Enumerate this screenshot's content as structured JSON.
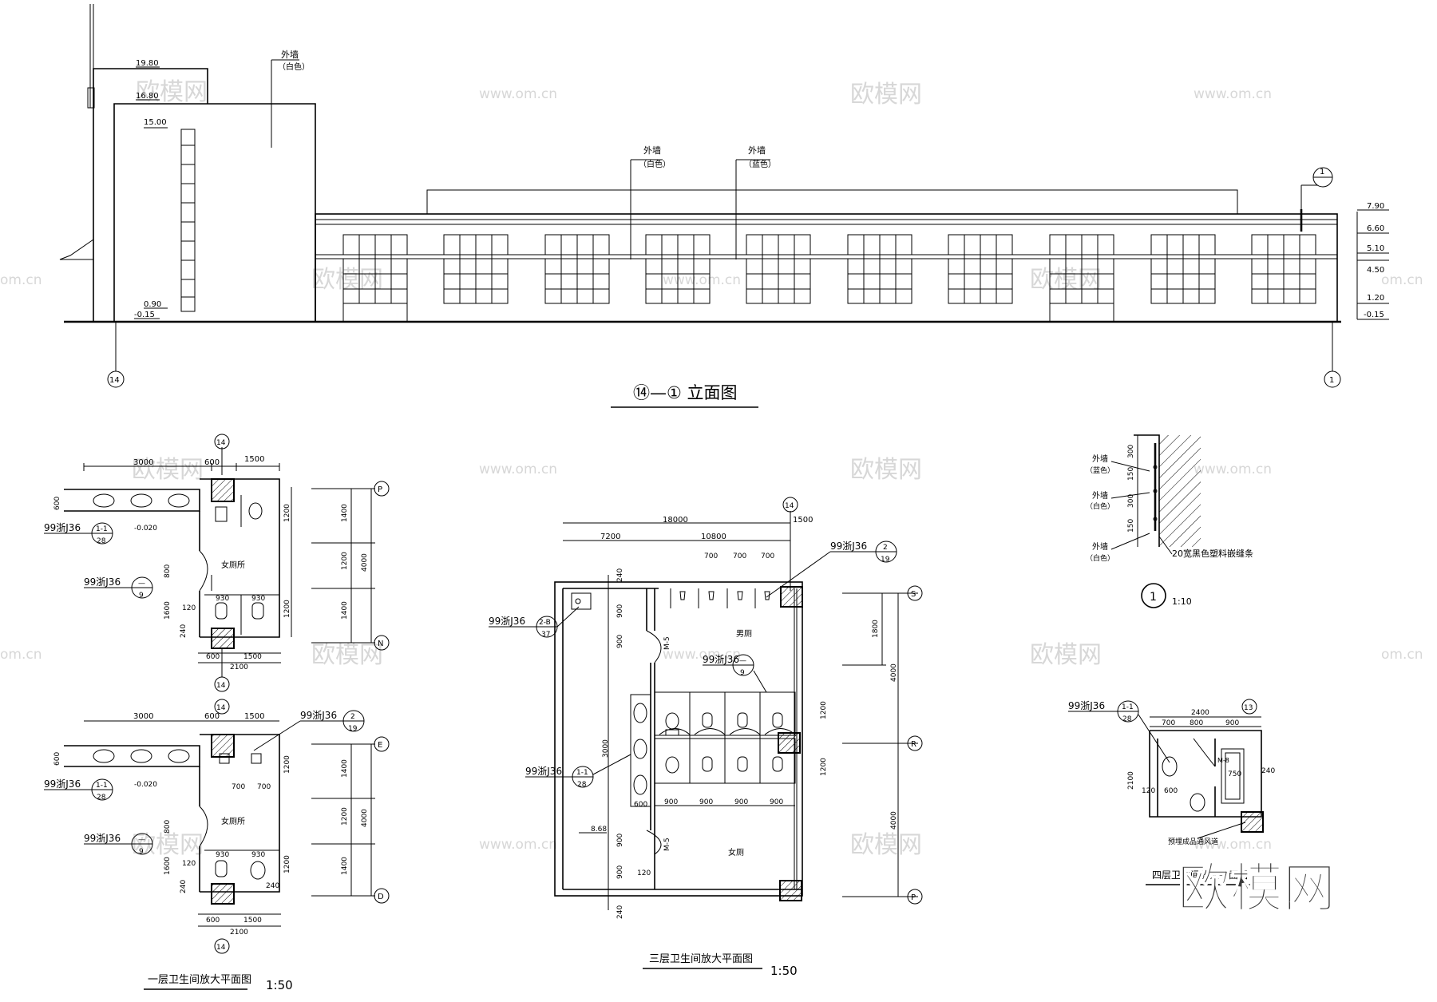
{
  "elevation": {
    "title": "⑭—① 立面图",
    "axis_left": "14",
    "axis_right": "1",
    "levels_tower": [
      "19.80",
      "16.80",
      "15.00",
      "0.90",
      "-0.15"
    ],
    "levels_right": [
      "7.90",
      "6.60",
      "5.10",
      "4.50",
      "1.20",
      "-0.15"
    ],
    "wall_notes": [
      {
        "label": "外墙",
        "color": "（白色）"
      },
      {
        "label": "外墙",
        "color": "（白色）"
      },
      {
        "label": "外墙",
        "color": "（蓝色）"
      }
    ],
    "detail_ref_top": "1"
  },
  "plan1": {
    "title": "一层卫生间放大平面图",
    "scale": "1:50",
    "room_label": "女厕所",
    "axes": [
      "14",
      "P",
      "N",
      "E",
      "D"
    ],
    "dims_top": [
      "3000",
      "600",
      "1500"
    ],
    "dims_bottom": [
      "600",
      "1500",
      "2100"
    ],
    "dims_stall": [
      "930",
      "930"
    ],
    "dims_right": [
      "1200",
      "1200",
      "1400",
      "1200",
      "1400",
      "4000"
    ],
    "dims_left": [
      "600",
      "800",
      "1600",
      "120",
      "240"
    ],
    "dims_mid": [
      "700",
      "700"
    ],
    "level": "-0.020",
    "refs": [
      {
        "code": "99浙J36",
        "top": "1-1",
        "bottom": "28"
      },
      {
        "code": "99浙J36",
        "top": "—",
        "bottom": "9"
      },
      {
        "code": "99浙J36",
        "top": "2",
        "bottom": "19"
      }
    ],
    "dim_240": "240"
  },
  "plan3": {
    "title": "三层卫生间放大平面图",
    "scale": "1:50",
    "room_men": "男厕",
    "room_women": "女厕",
    "door": "M-5",
    "axes": [
      "14",
      "S",
      "R",
      "P"
    ],
    "dims_top": [
      "18000",
      "7200",
      "10800",
      "1500"
    ],
    "dims_urinal": [
      "700",
      "700",
      "700"
    ],
    "dims_stall": [
      "900",
      "900",
      "900",
      "900"
    ],
    "dims_right": [
      "1800",
      "4000",
      "4000",
      "1200",
      "1200"
    ],
    "dims_left": [
      "240",
      "900",
      "900",
      "3000",
      "600",
      "900",
      "900",
      "120",
      "240"
    ],
    "level": "8.68",
    "refs": [
      {
        "code": "99浙J36",
        "top": "2-B",
        "bottom": "37"
      },
      {
        "code": "99浙J36",
        "top": "2",
        "bottom": "19"
      },
      {
        "code": "99浙J36",
        "top": "—",
        "bottom": "9"
      },
      {
        "code": "99浙J36",
        "top": "1-1",
        "bottom": "28"
      }
    ]
  },
  "detail": {
    "notes": [
      {
        "label": "外墙",
        "color": "（蓝色）"
      },
      {
        "label": "外墙",
        "color": "（白色）"
      },
      {
        "label": "外墙",
        "color": "（白色）"
      }
    ],
    "dims": [
      "300",
      "150",
      "300",
      "150"
    ],
    "strip_note": "20宽黑色塑料嵌缝条",
    "ref": "1",
    "scale": "1:10"
  },
  "plan4": {
    "title": "四层卫生间放大平面图",
    "axis": "13",
    "door": "M-8",
    "dims": [
      "2400",
      "700",
      "800",
      "900",
      "750",
      "240",
      "2100",
      "120",
      "600"
    ],
    "note": "预埋成品通风道",
    "ref": {
      "code": "99浙J36",
      "top": "1-1",
      "bottom": "28"
    }
  },
  "watermark": {
    "site": "www.om.cn",
    "brand": "欧模网",
    "partial": "om.cn"
  }
}
